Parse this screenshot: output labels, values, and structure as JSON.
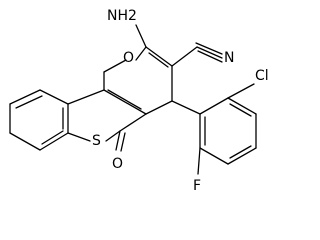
{
  "diagram": {
    "atoms": {
      "amino": "NH2",
      "nitrile_n": "N",
      "chloro": "Cl",
      "ring_oxygen": "O",
      "thio_sulfur": "S",
      "carbonyl_oxygen": "O",
      "fluoro": "F"
    }
  }
}
